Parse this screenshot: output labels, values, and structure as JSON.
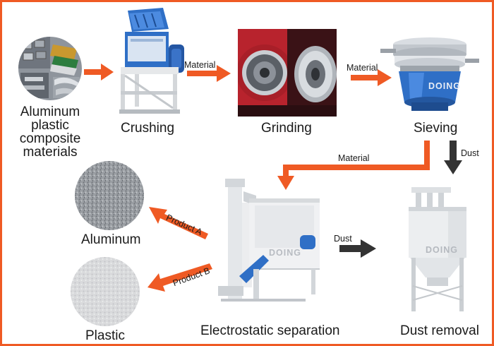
{
  "stages": {
    "raw_materials": [
      "Aluminum",
      "plastic",
      "composite",
      "materials"
    ],
    "crushing": "Crushing",
    "grinding": "Grinding",
    "sieving": "Sieving",
    "electrostatic": "Electrostatic separation",
    "dust_removal": "Dust removal",
    "aluminum": "Aluminum",
    "plastic": "Plastic"
  },
  "arrows": {
    "material_1": "Material",
    "material_2": "Material",
    "material_3": "Material",
    "dust_1": "Dust",
    "dust_2": "Dust",
    "product_a": "Product A",
    "product_b": "Product B"
  },
  "watermarks": {
    "sieving": "DOING",
    "separator": "DOING",
    "dust_collector": "DOING"
  },
  "colors": {
    "accent_orange": "#ef5a24",
    "arrow_dark": "#333333",
    "machine_blue": "#2f6fc6",
    "machine_red": "#c8202a"
  }
}
